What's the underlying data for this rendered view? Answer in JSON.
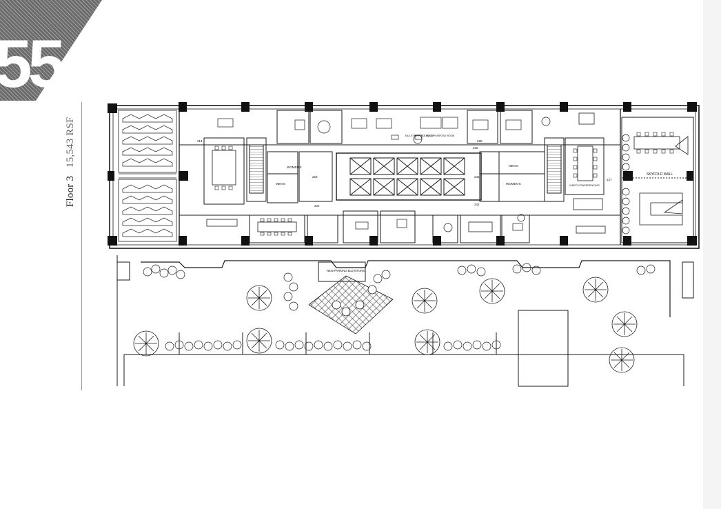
{
  "brand": {
    "logo_number": "55"
  },
  "floor": {
    "name": "Floor 3",
    "area": "15,543 RSF"
  },
  "plan": {
    "room_labels": {
      "r214": "214",
      "r223": "223",
      "r224": "224",
      "r226": "226",
      "r227": "227",
      "r228": "228",
      "r242": "242",
      "r244": "244",
      "mens_left": "MEN'S",
      "womens_left": "WOMEN'S",
      "mens_right": "MEN'S",
      "womens_right": "WOMEN'S",
      "multi_purpose_1": "MULTI PURPOSE ROOM",
      "multi_purpose_2": "MULTI PURPOSE ROOM",
      "video_conferencing": "VIDEO CONFERENCING",
      "skyfold_wall": "SKYFOLD WALL",
      "parking_elevators": "NEW PARKING ELEVATORS"
    }
  },
  "colors": {
    "ink": "#1a1a1a",
    "logo_band": "#5a5a5a",
    "hatch": "#7a7a7a"
  }
}
